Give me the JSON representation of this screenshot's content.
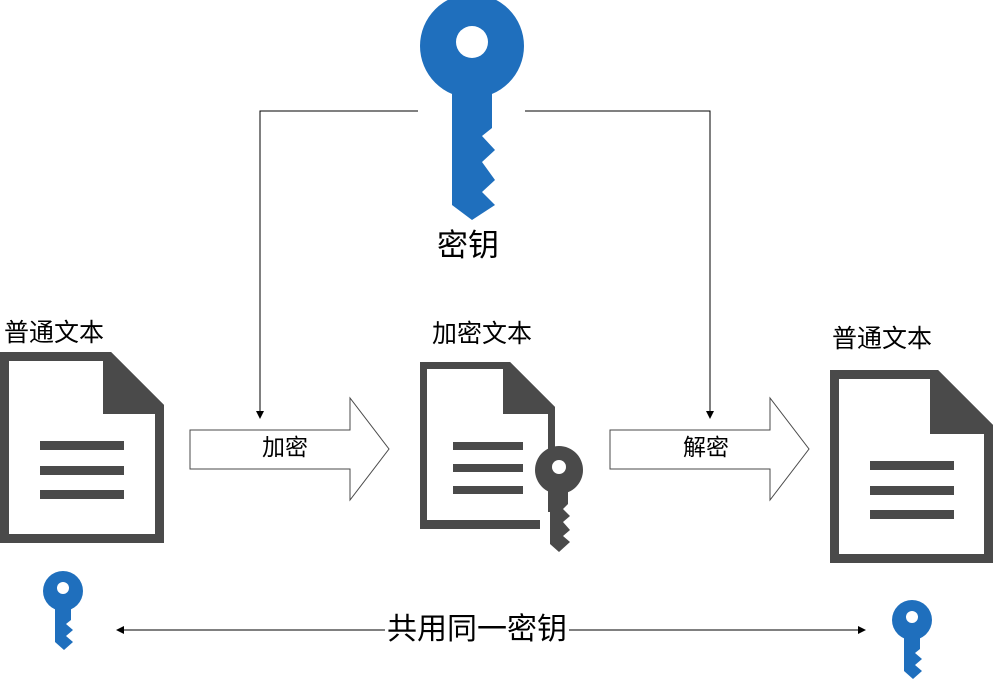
{
  "documents": {
    "plaintext_left": "普通文本",
    "ciphertext": "加密文本",
    "plaintext_right": "普通文本"
  },
  "arrows": {
    "encrypt": "加密",
    "decrypt": "解密"
  },
  "key": {
    "label": "密钥"
  },
  "shared": {
    "label": "共用同一密钥"
  },
  "colors": {
    "key_blue": "#1f6fbd",
    "doc_gray": "#4a4a4a",
    "line": "#000000"
  }
}
